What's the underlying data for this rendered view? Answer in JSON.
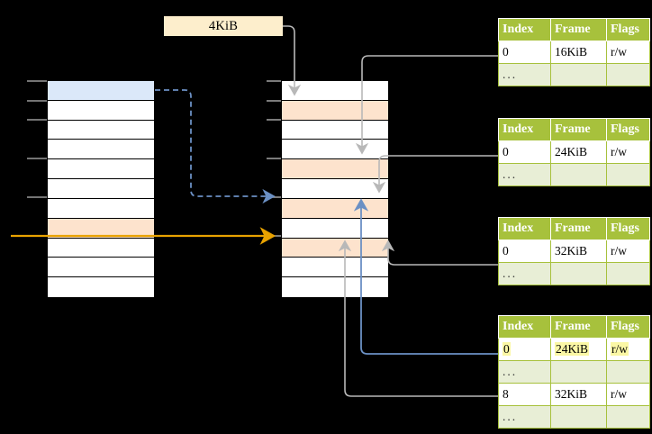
{
  "diagram": {
    "title": "page-table-walk",
    "label_box": {
      "text": "4KiB"
    },
    "colors": {
      "header_green": "#a7c13c",
      "ellipsis_row": "#e8eed6",
      "highlight_yellow": "#fbf7a5",
      "selected_blue": "#dbe8f9",
      "selected_peach": "#fde3cd",
      "orange_arrow": "#e8a200",
      "blue_arrow": "#6b90c4",
      "gray_arrow": "#b3b3b3"
    },
    "left_column": {
      "name": "virtual-address-space",
      "cell_count": 11,
      "cells": [
        {
          "index": 0,
          "fill": "blue"
        },
        {
          "index": 1,
          "fill": "white"
        },
        {
          "index": 2,
          "fill": "white"
        },
        {
          "index": 3,
          "fill": "white"
        },
        {
          "index": 4,
          "fill": "white"
        },
        {
          "index": 5,
          "fill": "white"
        },
        {
          "index": 6,
          "fill": "white"
        },
        {
          "index": 7,
          "fill": "peach"
        },
        {
          "index": 8,
          "fill": "white"
        },
        {
          "index": 9,
          "fill": "white"
        },
        {
          "index": 10,
          "fill": "white"
        }
      ]
    },
    "middle_column": {
      "name": "physical-memory",
      "cell_count": 11,
      "cells": [
        {
          "index": 0,
          "fill": "white"
        },
        {
          "index": 1,
          "fill": "peach"
        },
        {
          "index": 2,
          "fill": "white"
        },
        {
          "index": 3,
          "fill": "white"
        },
        {
          "index": 4,
          "fill": "peach"
        },
        {
          "index": 5,
          "fill": "white"
        },
        {
          "index": 6,
          "fill": "peach"
        },
        {
          "index": 7,
          "fill": "white"
        },
        {
          "index": 8,
          "fill": "peach"
        },
        {
          "index": 9,
          "fill": "white"
        },
        {
          "index": 10,
          "fill": "white"
        }
      ]
    },
    "tables": [
      {
        "name": "page-table-level-1",
        "headers": [
          "Index",
          "Frame",
          "Flags"
        ],
        "rows": [
          {
            "type": "data",
            "cells": [
              "0",
              "16KiB",
              "r/w"
            ],
            "highlighted": false
          },
          {
            "type": "ellipsis",
            "cells": [
              "...",
              "",
              ""
            ],
            "highlighted": false
          }
        ]
      },
      {
        "name": "page-table-level-2",
        "headers": [
          "Index",
          "Frame",
          "Flags"
        ],
        "rows": [
          {
            "type": "data",
            "cells": [
              "0",
              "24KiB",
              "r/w"
            ],
            "highlighted": false
          },
          {
            "type": "ellipsis",
            "cells": [
              "...",
              "",
              ""
            ],
            "highlighted": false
          }
        ]
      },
      {
        "name": "page-table-level-3",
        "headers": [
          "Index",
          "Frame",
          "Flags"
        ],
        "rows": [
          {
            "type": "data",
            "cells": [
              "0",
              "32KiB",
              "r/w"
            ],
            "highlighted": false
          },
          {
            "type": "ellipsis",
            "cells": [
              "...",
              "",
              ""
            ],
            "highlighted": false
          }
        ]
      },
      {
        "name": "page-table-level-4",
        "headers": [
          "Index",
          "Frame",
          "Flags"
        ],
        "rows": [
          {
            "type": "data",
            "cells": [
              "0",
              "24KiB",
              "r/w"
            ],
            "highlighted": true
          },
          {
            "type": "ellipsis",
            "cells": [
              "...",
              "",
              ""
            ],
            "highlighted": false
          },
          {
            "type": "data",
            "cells": [
              "8",
              "32KiB",
              "r/w"
            ],
            "highlighted": false
          },
          {
            "type": "ellipsis",
            "cells": [
              "...",
              "",
              ""
            ],
            "highlighted": false
          }
        ]
      }
    ]
  }
}
